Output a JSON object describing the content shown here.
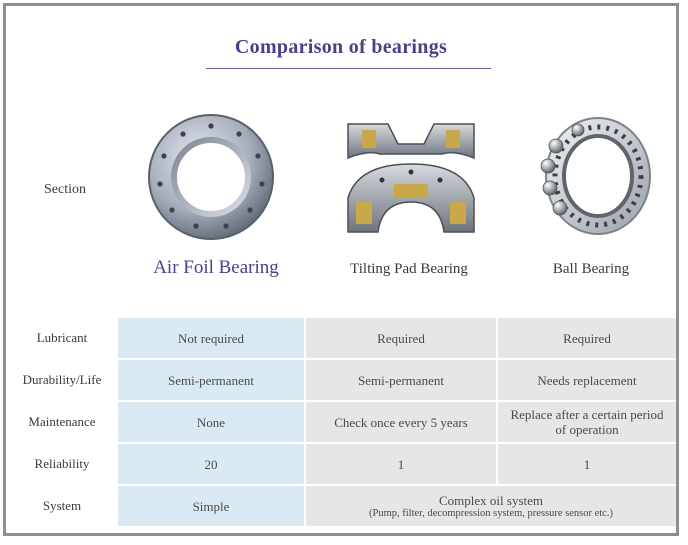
{
  "title": "Comparison of bearings",
  "section_label": "Section",
  "bearings": {
    "air": {
      "name": "Air Foil Bearing",
      "image_icon": "air-foil-bearing-image"
    },
    "tilt": {
      "name": "Tilting Pad Bearing",
      "image_icon": "tilting-pad-bearing-image"
    },
    "ball": {
      "name": "Ball Bearing",
      "image_icon": "ball-bearing-image"
    }
  },
  "colors": {
    "title": "#4a3f8a",
    "air_column": "#daeaf5",
    "other_columns": "#e6e6e6",
    "frame": "#8e8e8e"
  },
  "rows": [
    {
      "label": "Lubricant",
      "air": "Not required",
      "tilt": "Required",
      "ball": "Required"
    },
    {
      "label": "Durability/Life",
      "air": "Semi-permanent",
      "tilt": "Semi-permanent",
      "ball": "Needs replacement"
    },
    {
      "label": "Maintenance",
      "air": "None",
      "tilt": "Check once every 5 years",
      "ball": "Replace after a certain period of operation"
    },
    {
      "label": "Reliability",
      "air": "20",
      "tilt": "1",
      "ball": "1"
    },
    {
      "label": "System",
      "air": "Simple",
      "merged": "Complex oil system",
      "merged_sub": "(Pump, filter, decompression system, pressure sensor etc.)"
    }
  ]
}
